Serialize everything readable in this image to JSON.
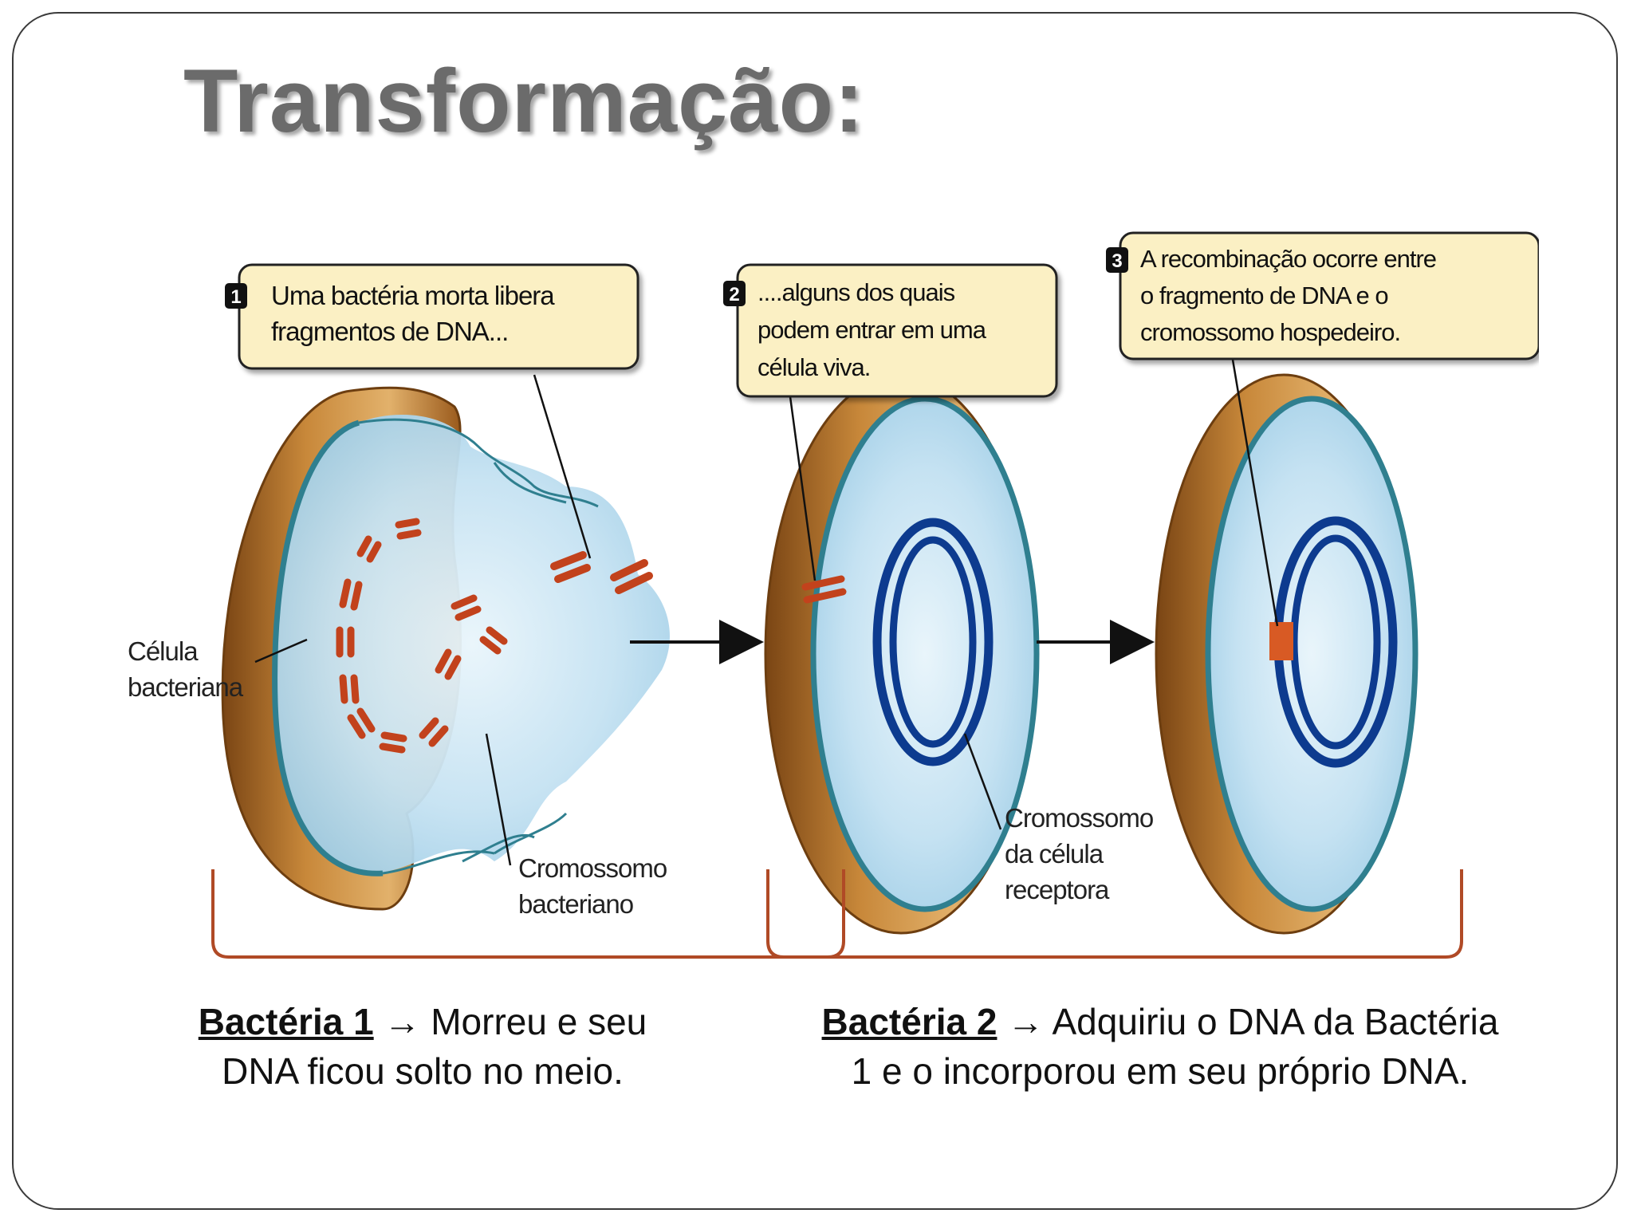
{
  "slide": {
    "title": "Transformação:"
  },
  "figure": {
    "steps": [
      {
        "number": "1",
        "lines": [
          "Uma bactéria morta libera",
          "fragmentos de DNA..."
        ]
      },
      {
        "number": "2",
        "lines": [
          "....alguns dos quais",
          "podem entrar em uma",
          "célula viva."
        ]
      },
      {
        "number": "3",
        "lines": [
          "A recombinação ocorre entre",
          "o fragmento de DNA e o",
          "cromossomo hospedeiro."
        ]
      }
    ],
    "labels": {
      "bacterial_cell": [
        "Célula",
        "bacteriana"
      ],
      "bacterial_chromosome": [
        "Cromossomo",
        "bacteriano"
      ],
      "recipient_chromosome": [
        "Cromossomo",
        "da célula",
        "receptora"
      ]
    },
    "colors": {
      "cell_wall": "#b9782c",
      "cytoplasm": "#c9e4f3",
      "membrane": "#2f7f8f",
      "dna_fragment": "#c2421c",
      "chromosome": "#0d3b8f",
      "callout_fill": "#fbf0c4",
      "bracket": "#b04a26"
    }
  },
  "captions": [
    {
      "name": "Bactéria 1",
      "arrow": "→",
      "line1": "Morreu e seu",
      "line2": "DNA ficou solto no meio."
    },
    {
      "name": "Bactéria 2",
      "arrow": "→",
      "line1": "Adquiriu o DNA da Bactéria",
      "line2": "1 e o incorporou em seu próprio DNA."
    }
  ]
}
